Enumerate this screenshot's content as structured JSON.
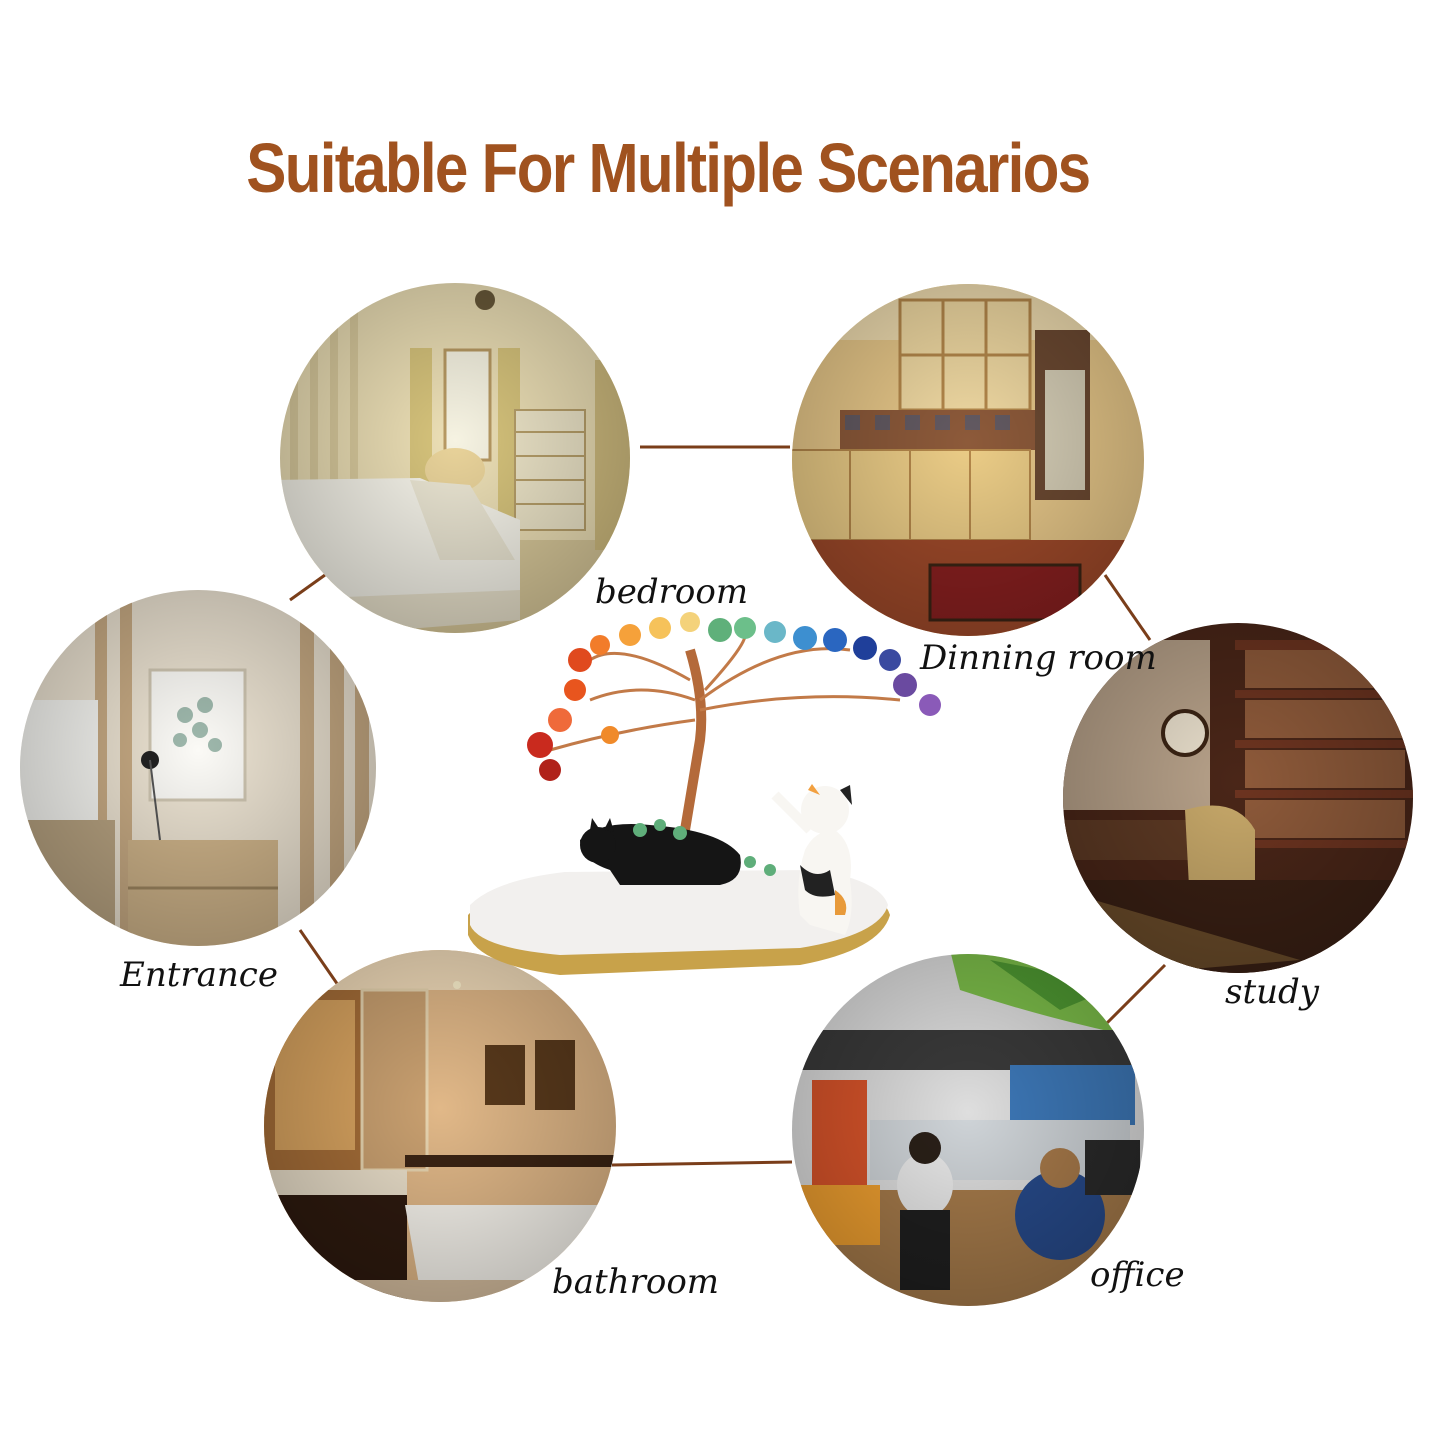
{
  "title": "Suitable For Multiple Scenarios",
  "colors": {
    "title": "#a0521f",
    "connector": "#7a3e1a",
    "label": "#111111"
  },
  "scenes": [
    {
      "key": "bedroom",
      "label": "bedroom"
    },
    {
      "key": "dinning",
      "label": "Dinning room"
    },
    {
      "key": "study",
      "label": "study"
    },
    {
      "key": "office",
      "label": "office"
    },
    {
      "key": "bathroom",
      "label": "bathroom"
    },
    {
      "key": "entrance",
      "label": "Entrance"
    }
  ]
}
